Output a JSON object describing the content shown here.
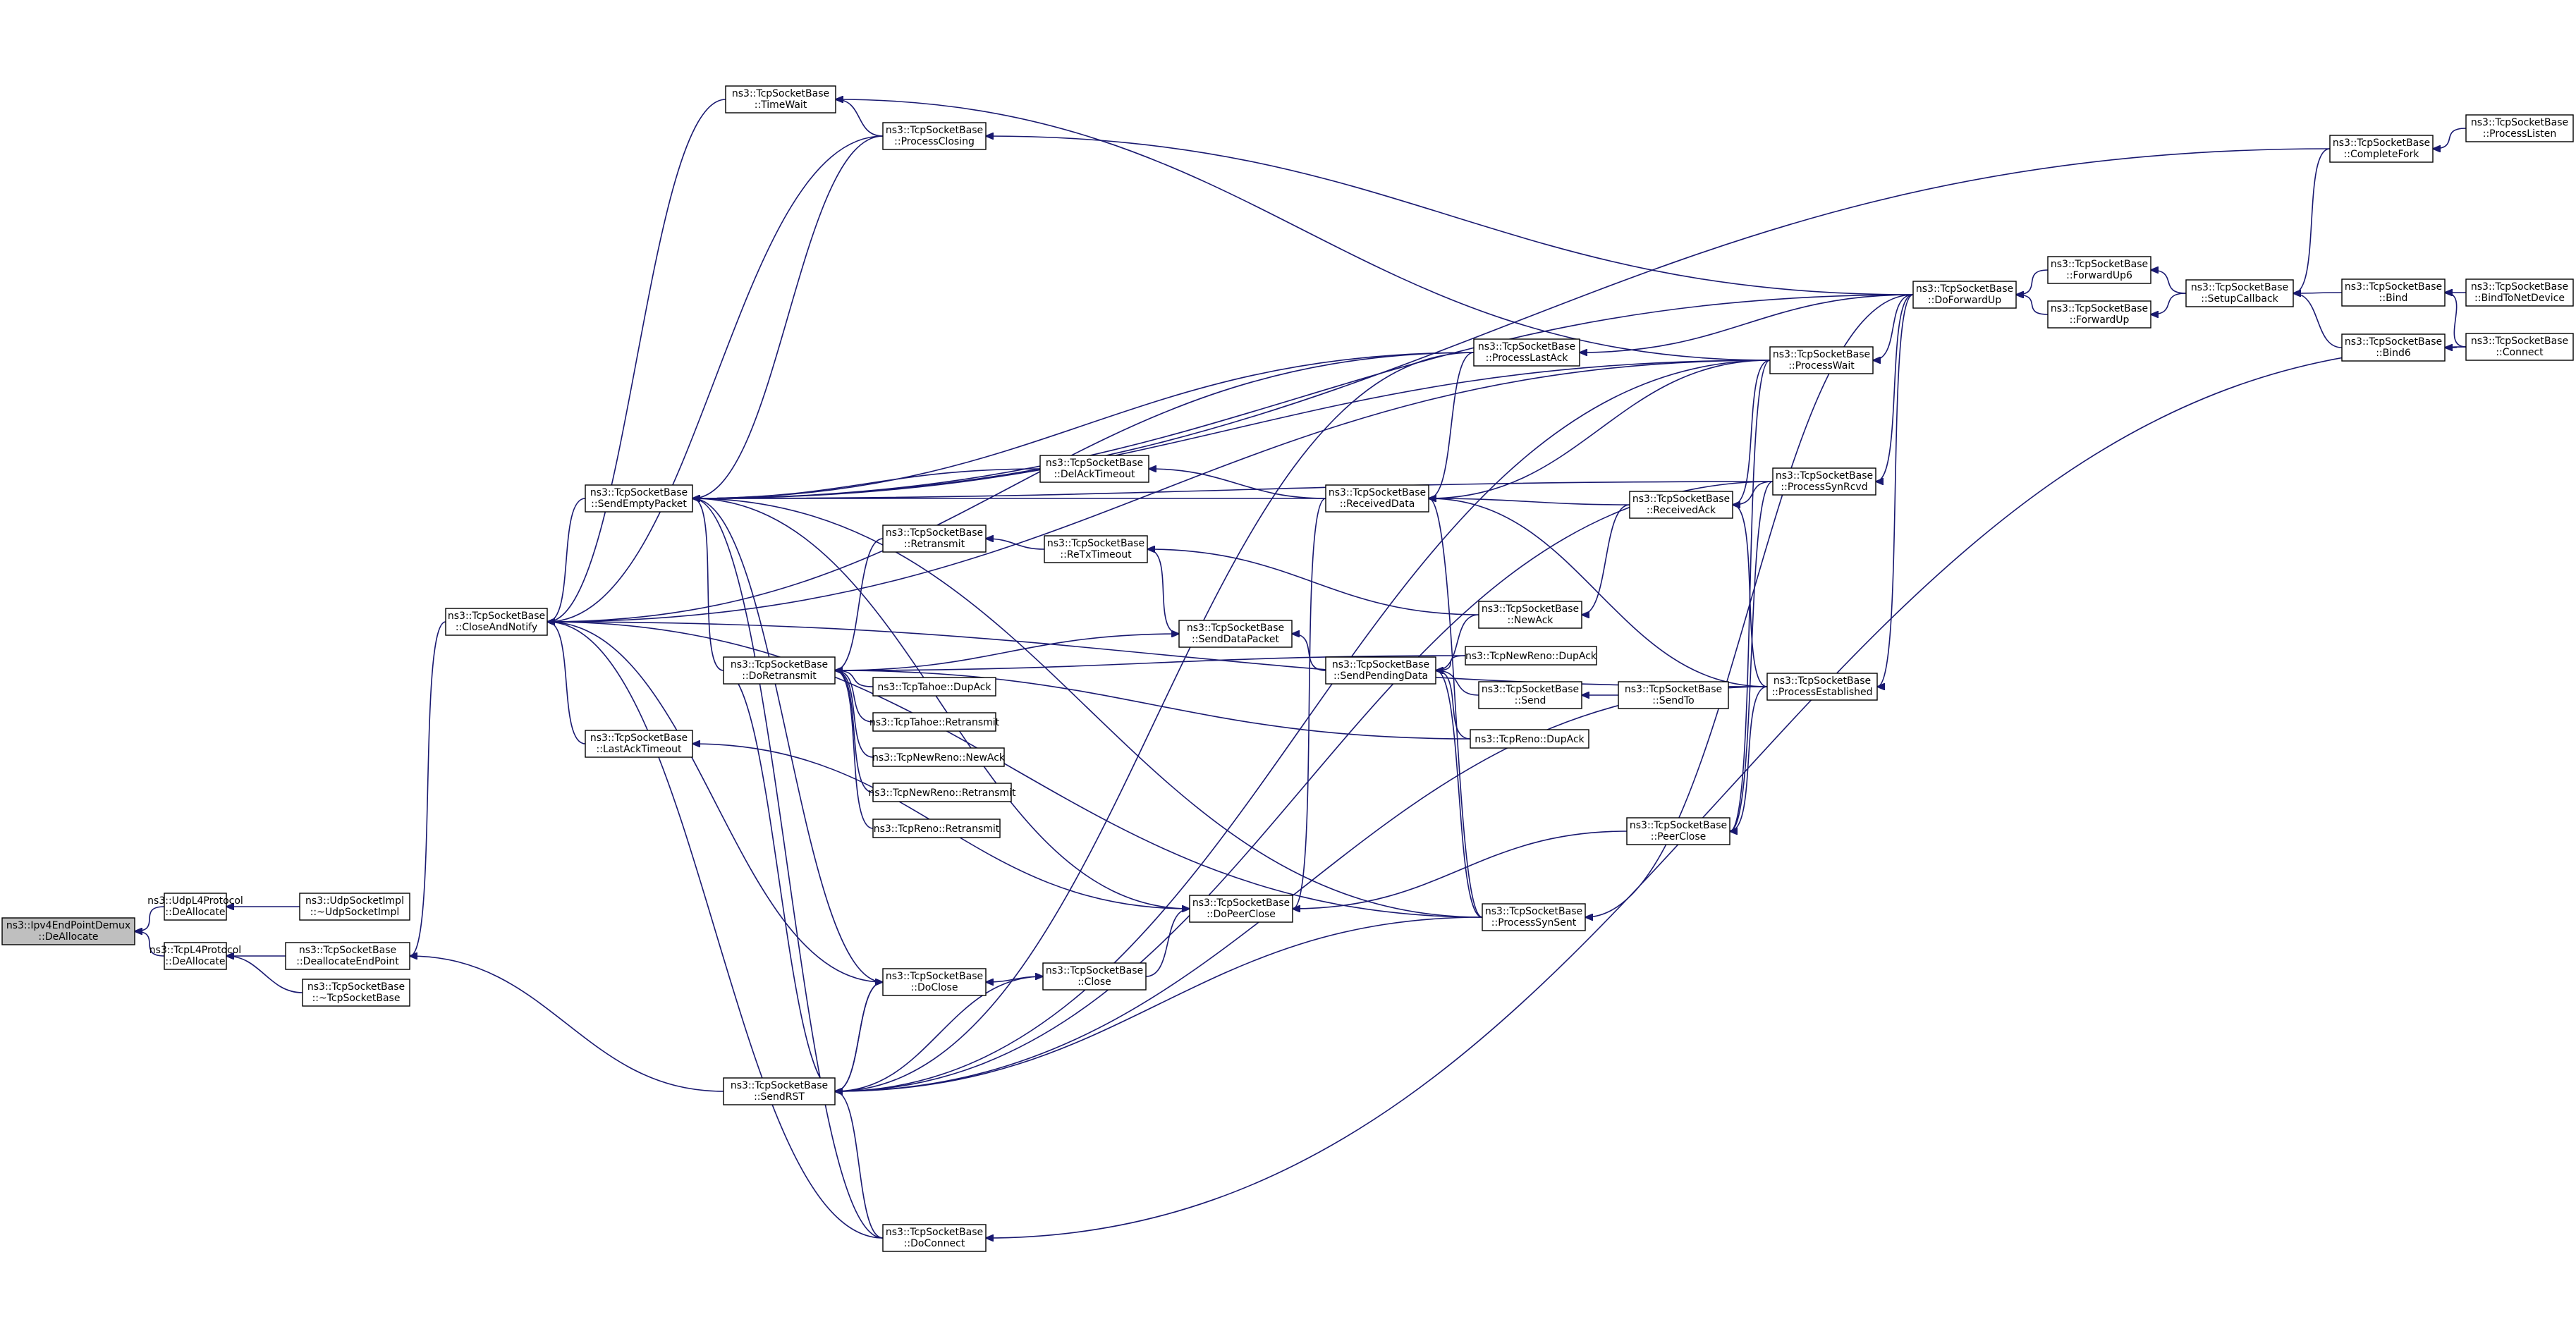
{
  "graph": {
    "title": "",
    "nodes": [
      {
        "id": "n_demux",
        "lines": [
          "ns3::Ipv4EndPointDemux",
          "::DeAllocate"
        ],
        "root": true
      },
      {
        "id": "n_udp4",
        "lines": [
          "ns3::UdpL4Protocol",
          "::DeAllocate"
        ]
      },
      {
        "id": "n_tcp4",
        "lines": [
          "ns3::TcpL4Protocol",
          "::DeAllocate"
        ]
      },
      {
        "id": "n_udpsock",
        "lines": [
          "ns3::UdpSocketImpl",
          "::~UdpSocketImpl"
        ]
      },
      {
        "id": "n_dealloc",
        "lines": [
          "ns3::TcpSocketBase",
          "::DeallocateEndPoint"
        ]
      },
      {
        "id": "n_dtor",
        "lines": [
          "ns3::TcpSocketBase",
          "::~TcpSocketBase"
        ]
      },
      {
        "id": "n_close_notify",
        "lines": [
          "ns3::TcpSocketBase",
          "::CloseAndNotify"
        ]
      },
      {
        "id": "n_timewait",
        "lines": [
          "ns3::TcpSocketBase",
          "::TimeWait"
        ]
      },
      {
        "id": "n_proc_closing",
        "lines": [
          "ns3::TcpSocketBase",
          "::ProcessClosing"
        ]
      },
      {
        "id": "n_send_empty",
        "lines": [
          "ns3::TcpSocketBase",
          "::SendEmptyPacket"
        ]
      },
      {
        "id": "n_lastack_to",
        "lines": [
          "ns3::TcpSocketBase",
          "::LastAckTimeout"
        ]
      },
      {
        "id": "n_doretransmit",
        "lines": [
          "ns3::TcpSocketBase",
          "::DoRetransmit"
        ]
      },
      {
        "id": "n_sendrst",
        "lines": [
          "ns3::TcpSocketBase",
          "::SendRST"
        ]
      },
      {
        "id": "n_retransmit",
        "lines": [
          "ns3::TcpSocketBase",
          "::Retransmit"
        ]
      },
      {
        "id": "n_tahoe_dupack",
        "lines": [
          "ns3::TcpTahoe::DupAck"
        ]
      },
      {
        "id": "n_tahoe_retx",
        "lines": [
          "ns3::TcpTahoe::Retransmit"
        ]
      },
      {
        "id": "n_newreno_newack",
        "lines": [
          "ns3::TcpNewReno::NewAck"
        ]
      },
      {
        "id": "n_newreno_retx",
        "lines": [
          "ns3::TcpNewReno::Retransmit"
        ]
      },
      {
        "id": "n_reno_retx",
        "lines": [
          "ns3::TcpReno::Retransmit"
        ]
      },
      {
        "id": "n_doclose",
        "lines": [
          "ns3::TcpSocketBase",
          "::DoClose"
        ]
      },
      {
        "id": "n_doconnect",
        "lines": [
          "ns3::TcpSocketBase",
          "::DoConnect"
        ]
      },
      {
        "id": "n_delack",
        "lines": [
          "ns3::TcpSocketBase",
          "::DelAckTimeout"
        ]
      },
      {
        "id": "n_retx_to",
        "lines": [
          "ns3::TcpSocketBase",
          "::ReTxTimeout"
        ]
      },
      {
        "id": "n_senddata",
        "lines": [
          "ns3::TcpSocketBase",
          "::SendDataPacket"
        ]
      },
      {
        "id": "n_dopeerclose",
        "lines": [
          "ns3::TcpSocketBase",
          "::DoPeerClose"
        ]
      },
      {
        "id": "n_close",
        "lines": [
          "ns3::TcpSocketBase",
          "::Close"
        ]
      },
      {
        "id": "n_received_data",
        "lines": [
          "ns3::TcpSocketBase",
          "::ReceivedData"
        ]
      },
      {
        "id": "n_send_pending",
        "lines": [
          "ns3::TcpSocketBase",
          "::SendPendingData"
        ]
      },
      {
        "id": "n_proc_lastack",
        "lines": [
          "ns3::TcpSocketBase",
          "::ProcessLastAck"
        ]
      },
      {
        "id": "n_newack",
        "lines": [
          "ns3::TcpSocketBase",
          "::NewAck"
        ]
      },
      {
        "id": "n_newreno_dupack",
        "lines": [
          "ns3::TcpNewReno::DupAck"
        ]
      },
      {
        "id": "n_send",
        "lines": [
          "ns3::TcpSocketBase",
          "::Send"
        ]
      },
      {
        "id": "n_reno_dupack",
        "lines": [
          "ns3::TcpReno::DupAck"
        ]
      },
      {
        "id": "n_proc_synsent",
        "lines": [
          "ns3::TcpSocketBase",
          "::ProcessSynSent"
        ]
      },
      {
        "id": "n_sendto",
        "lines": [
          "ns3::TcpSocketBase",
          "::SendTo"
        ]
      },
      {
        "id": "n_received_ack",
        "lines": [
          "ns3::TcpSocketBase",
          "::ReceivedAck"
        ]
      },
      {
        "id": "n_peerclose",
        "lines": [
          "ns3::TcpSocketBase",
          "::PeerClose"
        ]
      },
      {
        "id": "n_proc_wait",
        "lines": [
          "ns3::TcpSocketBase",
          "::ProcessWait"
        ]
      },
      {
        "id": "n_proc_synrcvd",
        "lines": [
          "ns3::TcpSocketBase",
          "::ProcessSynRcvd"
        ]
      },
      {
        "id": "n_proc_established",
        "lines": [
          "ns3::TcpSocketBase",
          "::ProcessEstablished"
        ]
      },
      {
        "id": "n_doforwardup",
        "lines": [
          "ns3::TcpSocketBase",
          "::DoForwardUp"
        ]
      },
      {
        "id": "n_forwardup6",
        "lines": [
          "ns3::TcpSocketBase",
          "::ForwardUp6"
        ]
      },
      {
        "id": "n_forwardup",
        "lines": [
          "ns3::TcpSocketBase",
          "::ForwardUp"
        ]
      },
      {
        "id": "n_setupcb",
        "lines": [
          "ns3::TcpSocketBase",
          "::SetupCallback"
        ]
      },
      {
        "id": "n_completefork",
        "lines": [
          "ns3::TcpSocketBase",
          "::CompleteFork"
        ]
      },
      {
        "id": "n_proc_listen",
        "lines": [
          "ns3::TcpSocketBase",
          "::ProcessListen"
        ]
      },
      {
        "id": "n_bind",
        "lines": [
          "ns3::TcpSocketBase",
          "::Bind"
        ]
      },
      {
        "id": "n_bind6",
        "lines": [
          "ns3::TcpSocketBase",
          "::Bind6"
        ]
      },
      {
        "id": "n_bindnetdev",
        "lines": [
          "ns3::TcpSocketBase",
          "::BindToNetDevice"
        ]
      },
      {
        "id": "n_connect",
        "lines": [
          "ns3::TcpSocketBase",
          "::Connect"
        ]
      }
    ],
    "edges": [
      [
        "n_udp4",
        "n_demux"
      ],
      [
        "n_tcp4",
        "n_demux"
      ],
      [
        "n_udpsock",
        "n_udp4"
      ],
      [
        "n_dealloc",
        "n_tcp4"
      ],
      [
        "n_dtor",
        "n_tcp4"
      ],
      [
        "n_close_notify",
        "n_dealloc"
      ],
      [
        "n_sendrst",
        "n_dealloc"
      ],
      [
        "n_timewait",
        "n_close_notify"
      ],
      [
        "n_proc_closing",
        "n_close_notify"
      ],
      [
        "n_send_empty",
        "n_close_notify"
      ],
      [
        "n_lastack_to",
        "n_close_notify"
      ],
      [
        "n_doclose",
        "n_close_notify"
      ],
      [
        "n_doconnect",
        "n_close_notify"
      ],
      [
        "n_proc_lastack",
        "n_close_notify"
      ],
      [
        "n_proc_synsent",
        "n_close_notify"
      ],
      [
        "n_proc_wait",
        "n_close_notify"
      ],
      [
        "n_proc_established",
        "n_close_notify"
      ],
      [
        "n_proc_closing",
        "n_timewait"
      ],
      [
        "n_proc_wait",
        "n_timewait"
      ],
      [
        "n_doforwardup",
        "n_proc_closing"
      ],
      [
        "n_proc_closing",
        "n_send_empty"
      ],
      [
        "n_doretransmit",
        "n_send_empty"
      ],
      [
        "n_delack",
        "n_send_empty"
      ],
      [
        "n_received_data",
        "n_send_empty"
      ],
      [
        "n_proc_lastack",
        "n_send_empty"
      ],
      [
        "n_proc_wait",
        "n_send_empty"
      ],
      [
        "n_proc_synrcvd",
        "n_send_empty"
      ],
      [
        "n_doforwardup",
        "n_send_empty"
      ],
      [
        "n_completefork",
        "n_send_empty"
      ],
      [
        "n_dopeerclose",
        "n_send_empty"
      ],
      [
        "n_doclose",
        "n_send_empty"
      ],
      [
        "n_proc_synsent",
        "n_send_empty"
      ],
      [
        "n_doconnect",
        "n_send_empty"
      ],
      [
        "n_dopeerclose",
        "n_lastack_to"
      ],
      [
        "n_retransmit",
        "n_doretransmit"
      ],
      [
        "n_senddata",
        "n_doretransmit"
      ],
      [
        "n_tahoe_dupack",
        "n_doretransmit"
      ],
      [
        "n_tahoe_retx",
        "n_doretransmit"
      ],
      [
        "n_newreno_newack",
        "n_doretransmit"
      ],
      [
        "n_newreno_retx",
        "n_doretransmit"
      ],
      [
        "n_reno_retx",
        "n_doretransmit"
      ],
      [
        "n_newreno_dupack",
        "n_doretransmit"
      ],
      [
        "n_reno_dupack",
        "n_doretransmit"
      ],
      [
        "n_retx_to",
        "n_retransmit"
      ],
      [
        "n_retx_to",
        "n_senddata"
      ],
      [
        "n_newack",
        "n_retx_to"
      ],
      [
        "n_send_pending",
        "n_senddata"
      ],
      [
        "n_received_data",
        "n_delack"
      ],
      [
        "n_received_ack",
        "n_received_data"
      ],
      [
        "n_proc_wait",
        "n_received_data"
      ],
      [
        "n_proc_established",
        "n_received_data"
      ],
      [
        "n_proc_lastack",
        "n_received_data"
      ],
      [
        "n_proc_synsent",
        "n_received_data"
      ],
      [
        "n_newack",
        "n_send_pending"
      ],
      [
        "n_newreno_dupack",
        "n_send_pending"
      ],
      [
        "n_send",
        "n_send_pending"
      ],
      [
        "n_reno_dupack",
        "n_send_pending"
      ],
      [
        "n_proc_synsent",
        "n_send_pending"
      ],
      [
        "n_sendto",
        "n_send"
      ],
      [
        "n_received_ack",
        "n_newack"
      ],
      [
        "n_proc_wait",
        "n_received_ack"
      ],
      [
        "n_proc_synrcvd",
        "n_received_ack"
      ],
      [
        "n_proc_established",
        "n_received_ack"
      ],
      [
        "n_peerclose",
        "n_dopeerclose"
      ],
      [
        "n_received_data",
        "n_dopeerclose"
      ],
      [
        "n_close",
        "n_dopeerclose"
      ],
      [
        "n_close",
        "n_doclose"
      ],
      [
        "n_sendrst",
        "n_doclose"
      ],
      [
        "n_sendrst",
        "n_close"
      ],
      [
        "n_proc_wait",
        "n_peerclose"
      ],
      [
        "n_proc_synrcvd",
        "n_peerclose"
      ],
      [
        "n_proc_established",
        "n_peerclose"
      ],
      [
        "n_doforwardup",
        "n_proc_wait"
      ],
      [
        "n_doforwardup",
        "n_proc_lastack"
      ],
      [
        "n_doforwardup",
        "n_proc_synrcvd"
      ],
      [
        "n_doforwardup",
        "n_proc_established"
      ],
      [
        "n_doforwardup",
        "n_proc_synsent"
      ],
      [
        "n_forwardup6",
        "n_doforwardup"
      ],
      [
        "n_forwardup",
        "n_doforwardup"
      ],
      [
        "n_setupcb",
        "n_forwardup6"
      ],
      [
        "n_setupcb",
        "n_forwardup"
      ],
      [
        "n_completefork",
        "n_setupcb"
      ],
      [
        "n_bind",
        "n_setupcb"
      ],
      [
        "n_bind6",
        "n_setupcb"
      ],
      [
        "n_proc_listen",
        "n_completefork"
      ],
      [
        "n_bindnetdev",
        "n_bind"
      ],
      [
        "n_connect",
        "n_bind"
      ],
      [
        "n_connect",
        "n_bind6"
      ],
      [
        "n_connect",
        "n_doconnect"
      ],
      [
        "n_doretransmit",
        "n_sendrst"
      ],
      [
        "n_proc_wait",
        "n_sendrst"
      ],
      [
        "n_proc_synrcvd",
        "n_sendrst"
      ],
      [
        "n_proc_established",
        "n_sendrst"
      ],
      [
        "n_proc_lastack",
        "n_sendrst"
      ],
      [
        "n_proc_synsent",
        "n_sendrst"
      ],
      [
        "n_doconnect",
        "n_sendrst"
      ],
      [
        "n_doclose",
        "n_sendrst"
      ]
    ]
  }
}
